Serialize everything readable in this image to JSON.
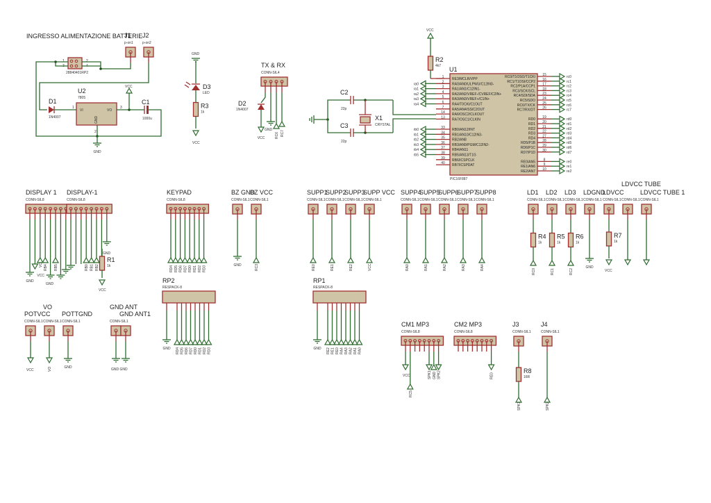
{
  "title": "INGRESSO ALIMENTAZIONE BATTERIE",
  "power_section": {
    "j1": {
      "ref": "J1",
      "val": "p-on1"
    },
    "j2": {
      "ref": "J2",
      "val": "p-on2"
    },
    "switch": {
      "val": "28840401RP2",
      "pins": [
        "1",
        "2",
        "3",
        "4"
      ]
    },
    "d1": {
      "ref": "D1",
      "val": "1N4007"
    },
    "u2": {
      "ref": "U2",
      "val": "7805",
      "vi": "VI",
      "vo": "VO",
      "gnd": "GND",
      "pin1": "1",
      "pin2": "2",
      "pin3": "3"
    },
    "c1": {
      "ref": "C1",
      "val": "1000u"
    },
    "vcc": "VCC",
    "gnd": "GND"
  },
  "led_section": {
    "gnd": "GND",
    "d3": {
      "ref": "D3",
      "val": "LED"
    },
    "r3": {
      "ref": "R3",
      "val": "1k"
    },
    "vcc": "VCC"
  },
  "txrx": {
    "ref": "TX & RX",
    "val": "CONN-SIL4",
    "d2": {
      "ref": "D2",
      "val": "1N4007"
    },
    "labels": [
      "VCC",
      "GND",
      "RC6",
      "RC7"
    ]
  },
  "oscillator": {
    "c2": {
      "ref": "C2",
      "val": "22p"
    },
    "c3": {
      "ref": "C3",
      "val": "22p"
    },
    "x1": {
      "ref": "X1",
      "val": "CRYSTAL"
    },
    "r2": {
      "ref": "R2",
      "val": "4k7"
    },
    "vcc": "VCC"
  },
  "mcu": {
    "ref": "U1",
    "part": "PIC16F887",
    "left_pins": [
      {
        "num": "1",
        "name": "RE3/MCLR/VPP",
        "net": ""
      },
      {
        "num": "2",
        "name": "RA0/AN0/ULPWU/C12IN0-",
        "net": "ra0"
      },
      {
        "num": "3",
        "name": "RA1/AN1/C12IN1-",
        "net": "ra1"
      },
      {
        "num": "4",
        "name": "RA2/AN2/VREF-/CVREF/C2IN+",
        "net": "ra2"
      },
      {
        "num": "5",
        "name": "RA3/AN3/VREF+/C1IN+",
        "net": "ra3"
      },
      {
        "num": "6",
        "name": "RA4/T0CKI/C1OUT",
        "net": "ra4"
      },
      {
        "num": "7",
        "name": "RA5/AN4/SS/C2OUT",
        "net": ""
      },
      {
        "num": "14",
        "name": "RA6/OSC2/CLKOUT",
        "net": ""
      },
      {
        "num": "13",
        "name": "RA7/OSC1/CLKIN",
        "net": ""
      },
      {
        "num": "",
        "name": "",
        "net": ""
      },
      {
        "num": "33",
        "name": "RB0/AN12/INT",
        "net": "rb0"
      },
      {
        "num": "34",
        "name": "RB1/AN10/C12IN3-",
        "net": "rb1"
      },
      {
        "num": "35",
        "name": "RB2/AN8",
        "net": "rb2"
      },
      {
        "num": "36",
        "name": "RB3/AN9/PGM/C12IN2-",
        "net": "rb3"
      },
      {
        "num": "37",
        "name": "RB4/AN11",
        "net": "rb4"
      },
      {
        "num": "38",
        "name": "RB5/AN13/T1G",
        "net": "rb5"
      },
      {
        "num": "39",
        "name": "RB6/ICSPCLK",
        "net": ""
      },
      {
        "num": "40",
        "name": "RB7/ICSPDAT",
        "net": ""
      }
    ],
    "right_pins": [
      {
        "num": "15",
        "name": "RC0/T1OSO/T1CKI",
        "net": "rc0"
      },
      {
        "num": "16",
        "name": "RC1/T1OSI/CCP2",
        "net": "rc1"
      },
      {
        "num": "17",
        "name": "RC2/P1A/CCP1",
        "net": "rc2"
      },
      {
        "num": "18",
        "name": "RC3/SCK/SCL",
        "net": "rc3"
      },
      {
        "num": "23",
        "name": "RC4/SDI/SDA",
        "net": "rc4"
      },
      {
        "num": "24",
        "name": "RC5/SDO",
        "net": "rc5"
      },
      {
        "num": "25",
        "name": "RC6/TX/CK",
        "net": "rc6"
      },
      {
        "num": "26",
        "name": "RC7/RX/DT",
        "net": "rc7"
      },
      {
        "num": "",
        "name": "",
        "net": ""
      },
      {
        "num": "19",
        "name": "RD0",
        "net": "rd0"
      },
      {
        "num": "20",
        "name": "RD1",
        "net": "rd1"
      },
      {
        "num": "21",
        "name": "RD2",
        "net": "rd2"
      },
      {
        "num": "22",
        "name": "RD3",
        "net": "rd3"
      },
      {
        "num": "27",
        "name": "RD4",
        "net": "rd4"
      },
      {
        "num": "28",
        "name": "RD5/P1B",
        "net": "rd5"
      },
      {
        "num": "29",
        "name": "RD6/P1C",
        "net": "rd6"
      },
      {
        "num": "30",
        "name": "RD7/P1D",
        "net": "rd7"
      },
      {
        "num": "",
        "name": "",
        "net": ""
      },
      {
        "num": "8",
        "name": "RE0/AN5",
        "net": "re0"
      },
      {
        "num": "9",
        "name": "RE1/AN6",
        "net": "re1"
      },
      {
        "num": "10",
        "name": "RE2/AN7",
        "net": "re2"
      }
    ]
  },
  "connectors": [
    {
      "ref": "DISPLAY 1",
      "val": "CONN-SIL8"
    },
    {
      "ref": "DISPLAY-1",
      "val": "CONN-SIL8"
    },
    {
      "ref": "KEYPAD",
      "val": "CONN-SIL8"
    },
    {
      "ref": "BZ GND",
      "val": "CONN-SIL1"
    },
    {
      "ref": "BZ VCC",
      "val": "CONN-SIL1"
    },
    {
      "ref": "SUPP1",
      "val": "CONN-SIL1"
    },
    {
      "ref": "SUPP2",
      "val": "CONN-SIL1"
    },
    {
      "ref": "SUPP3",
      "val": "CONN-SIL1"
    },
    {
      "ref": "SUPP VCC",
      "val": "CONN-SIL1"
    },
    {
      "ref": "SUPP4",
      "val": "CONN-SIL1"
    },
    {
      "ref": "SUPP5",
      "val": "CONN-SIL1"
    },
    {
      "ref": "SUPP6",
      "val": "CONN-SIL1"
    },
    {
      "ref": "SUPP7",
      "val": "CONN-SIL1"
    },
    {
      "ref": "SUPP8",
      "val": "CONN-SIL1"
    },
    {
      "ref": "LD1",
      "val": "CONN-SIL1"
    },
    {
      "ref": "LD2",
      "val": "CONN-SIL1"
    },
    {
      "ref": "LD3",
      "val": "CONN-SIL1"
    },
    {
      "ref": "LDGND",
      "val": "CONN-SIL1"
    },
    {
      "ref": "LDVCC",
      "val": "CONN-SIL1"
    },
    {
      "ref": "LDVCC TUBE",
      "val": "CONN-SIL1"
    },
    {
      "ref": "LDVCC TUBE 1",
      "val": "CONN-SIL1"
    },
    {
      "ref": "POTVCC",
      "val": "CONN-SIL1"
    },
    {
      "ref": "VO",
      "val": "CONN-SIL1"
    },
    {
      "ref": "POTTGND",
      "val": "CONN-SIL1"
    },
    {
      "ref": "GND ANT",
      "val": "CONN-SIL1"
    },
    {
      "ref": "GND ANT1",
      "val": "CONN-SIL1"
    },
    {
      "ref": "CM1 MP3",
      "val": "CONN-SIL8"
    },
    {
      "ref": "CM2 MP3",
      "val": "CONN-SIL8"
    },
    {
      "ref": "J3",
      "val": "CONN-SIL1"
    },
    {
      "ref": "J4",
      "val": "CONN-SIL1"
    }
  ],
  "display_nets": {
    "d1": [
      "GND",
      "VCC",
      "VO",
      "RB4",
      "",
      "RB5",
      "",
      ""
    ],
    "d2": [
      "",
      "",
      "",
      "RB0",
      "RB1",
      "RB2",
      "RB3",
      ""
    ],
    "r1": {
      "ref": "R1",
      "val": "1k"
    },
    "gnd": "GND",
    "vcc": "VCC"
  },
  "keypad_nets": [
    "RD4",
    "RD5",
    "RD6",
    "RD7",
    "RD0",
    "RD1",
    "RD2",
    "RD3"
  ],
  "bz_nets": [
    "GND",
    "RC3"
  ],
  "supp_nets": [
    "RE0",
    "RE1",
    "RE2",
    "VCC",
    "RA0",
    "RA1",
    "RA2",
    "RA3",
    "RA4"
  ],
  "ld_resistors": [
    {
      "ref": "R4",
      "val": "1k"
    },
    {
      "ref": "R5",
      "val": "1k"
    },
    {
      "ref": "R6",
      "val": "1k"
    },
    {
      "ref": "R7",
      "val": "1k"
    }
  ],
  "ld_nets": [
    "RC0",
    "RC1",
    "RC2",
    "GND",
    "VCC",
    "",
    ""
  ],
  "rp2": {
    "ref": "RP2",
    "val": "RESPACK-8",
    "nets": [
      "GND",
      "RD4",
      "RD5",
      "RD6",
      "RD7",
      "RD0",
      "RD1",
      "RD2",
      "RD3"
    ]
  },
  "rp1": {
    "ref": "RP1",
    "val": "RESPACK-8",
    "nets": [
      "GND",
      "RE2",
      "RE1",
      "RE0",
      "RA4",
      "RA3",
      "RA2",
      "RA1",
      "RA0"
    ]
  },
  "pot_nets": [
    "VCC",
    "VO",
    "GND",
    "GND",
    "GND"
  ],
  "mp3": {
    "cm1_nets": [
      "VCC",
      "RC5",
      "SPK1",
      "GND",
      "SPK2"
    ],
    "cm2_nets": [
      "RE0"
    ],
    "r8": {
      "ref": "R8",
      "val": "16R"
    },
    "j3_net": "SPK1",
    "j4_net": "SPK2"
  }
}
